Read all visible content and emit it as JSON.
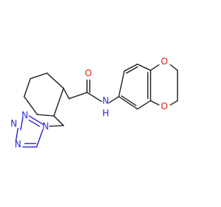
{
  "molecule": {
    "atoms": {
      "carbonyl_oxygen": "O",
      "amide_nitrogen": "N",
      "amide_hydrogen": "H",
      "dioxane_oxygen_top": "O",
      "dioxane_oxygen_bottom": "O",
      "tetrazole_n1": "N",
      "tetrazole_n2": "N",
      "tetrazole_n3": "N",
      "tetrazole_n4": "N"
    },
    "colors": {
      "carbon_bond": "#2b2b2b",
      "nitrogen": "#2b2bd6",
      "oxygen": "#e0201b",
      "background": "#ffffff"
    }
  }
}
